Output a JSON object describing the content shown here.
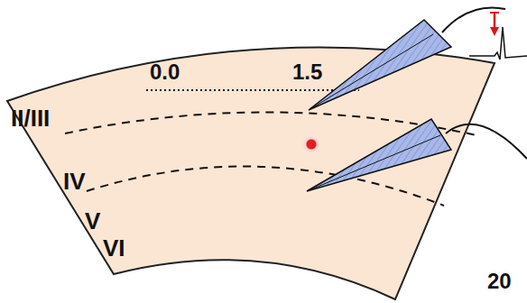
{
  "diagram": {
    "labels": [
      "0.0",
      "1.5",
      "II/III",
      "IV",
      "V",
      "VI",
      "20"
    ]
  }
}
